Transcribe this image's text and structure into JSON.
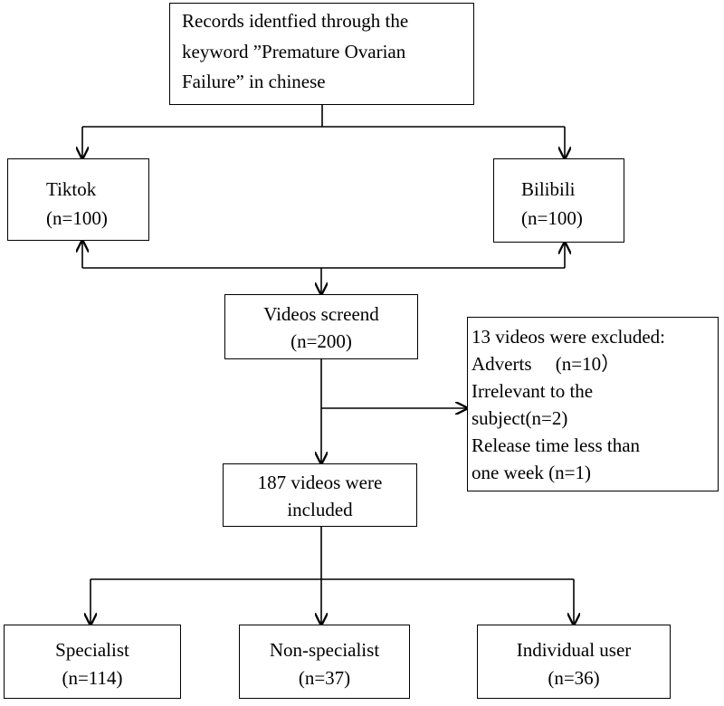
{
  "flowchart": {
    "identification": {
      "line1": "Records identfied through the",
      "line2": "keyword ”Premature Ovarian",
      "line3": "Failure” in chinese"
    },
    "tiktok": {
      "name": "Tiktok",
      "count": "(n=100)"
    },
    "bilibili": {
      "name": "Bilibili",
      "count": "(n=100)"
    },
    "screened": {
      "line1": "Videos screend",
      "line2": "(n=200)"
    },
    "excluded": {
      "line1": "13 videos were excluded:",
      "line2": "Adverts 　(n=10）",
      "line3": "Irrelevant to the",
      "line4": "subject(n=2)",
      "line5": "Release time less than",
      "line6": "one week (n=1)"
    },
    "included": {
      "line1": "187 videos were",
      "line2": "included"
    },
    "specialist": {
      "name": "Specialist",
      "count": "(n=114)"
    },
    "non_specialist": {
      "name": "Non-specialist",
      "count": "(n=37)"
    },
    "individual": {
      "name": "Individual user",
      "count": "(n=36)"
    }
  }
}
